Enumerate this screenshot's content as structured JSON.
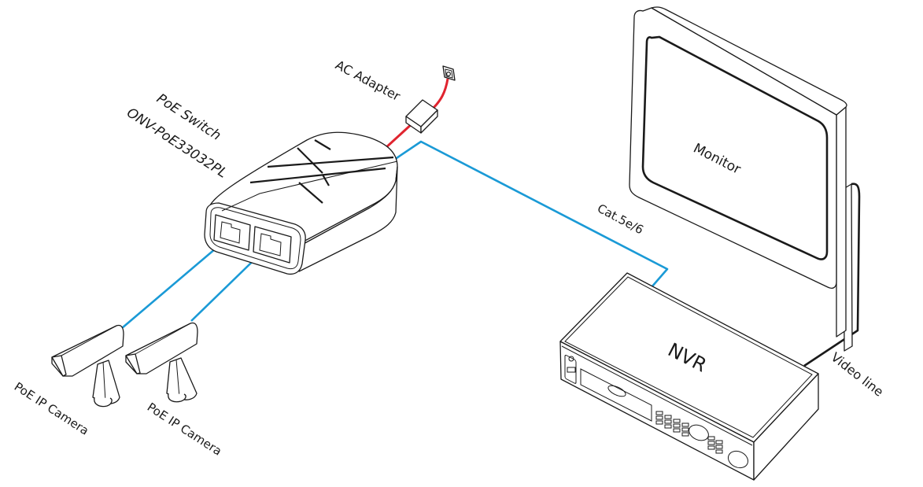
{
  "diagram": {
    "title": "PoE Switch connection diagram",
    "colors": {
      "ethernet_cable": "#1a9ad6",
      "power_cable": "#e0242f",
      "video_cable": "#1a1a1a",
      "outline": "#1a1a1a"
    },
    "components": {
      "switch": {
        "label_line1": "PoE Switch",
        "label_line2": "ONV-PoE33032PL"
      },
      "adapter": {
        "label": "AC Adapter"
      },
      "monitor": {
        "label": "Monitor"
      },
      "nvr": {
        "label": "NVR"
      },
      "camera_1": {
        "label": "PoE IP Camera"
      },
      "camera_2": {
        "label": "PoE IP Camera"
      }
    },
    "connections": {
      "ethernet": {
        "label": "Cat.5e/6"
      },
      "video": {
        "label": "Video line"
      }
    }
  }
}
